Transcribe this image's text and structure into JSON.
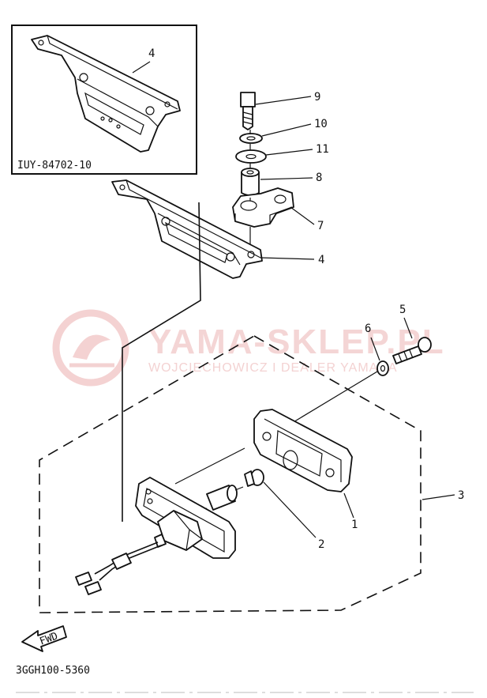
{
  "inset_code": "IUY-84702-10",
  "diagram_code": "3GGH100-5360",
  "fwd_label": "FWD",
  "watermark": {
    "title": "YAMA-SKLEP.PL",
    "subtitle": "WOJCIECHOWICZ I DEALER YAMAHA"
  },
  "callouts": [
    {
      "id": "inset-4",
      "text": "4"
    },
    {
      "id": "c9",
      "text": "9"
    },
    {
      "id": "c10",
      "text": "10"
    },
    {
      "id": "c11",
      "text": "11"
    },
    {
      "id": "c8",
      "text": "8"
    },
    {
      "id": "c7",
      "text": "7"
    },
    {
      "id": "c4",
      "text": "4"
    },
    {
      "id": "c5",
      "text": "5"
    },
    {
      "id": "c6",
      "text": "6"
    },
    {
      "id": "c1",
      "text": "1"
    },
    {
      "id": "c2",
      "text": "2"
    },
    {
      "id": "c3",
      "text": "3"
    }
  ]
}
